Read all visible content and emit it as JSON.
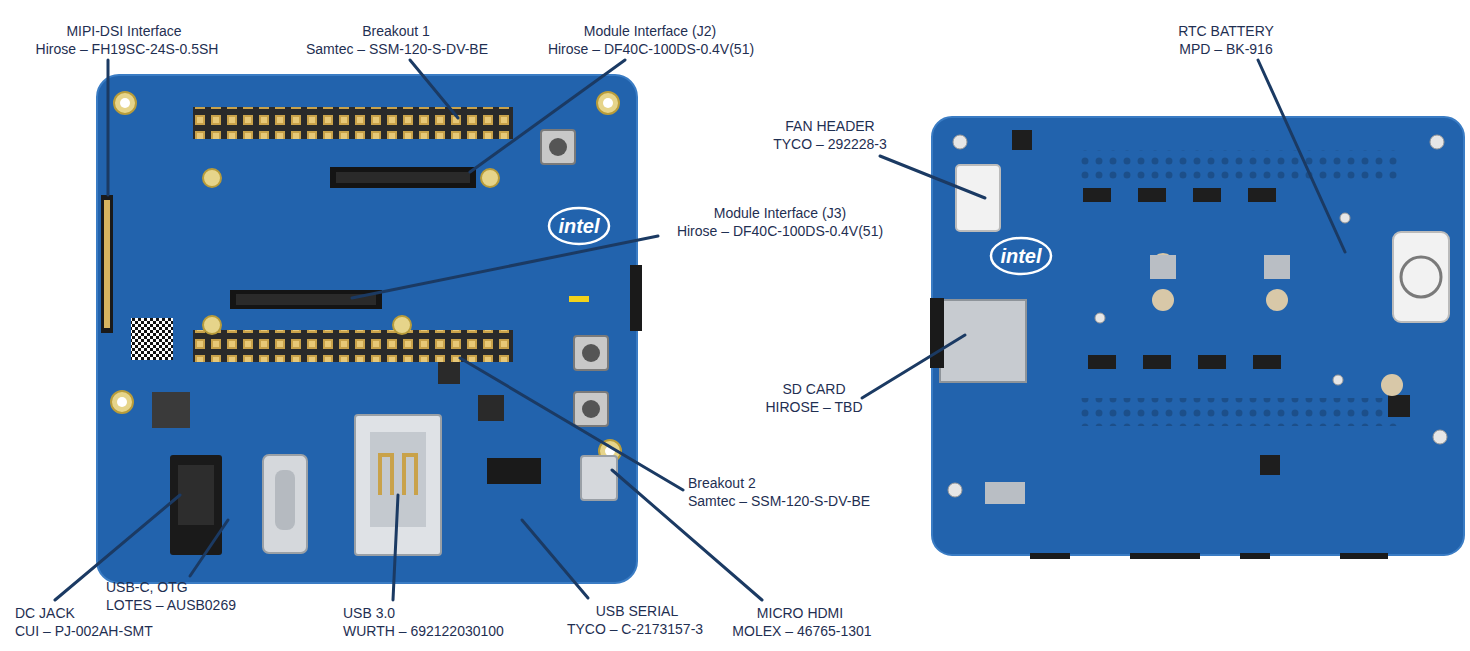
{
  "diagram": {
    "labels": [
      "MIPI-DSI Interface",
      "Hirose – FH19SC-24S-0.5SH",
      "Breakout 1",
      "Samtec – SSM-120-S-DV-BE",
      "Module Interface (J2)",
      "Hirose – DF40C-100DS-0.4V(51)",
      "RTC BATTERY",
      "MPD – BK-916",
      "FAN HEADER",
      "TYCO – 292228-3",
      "Module Interface (J3)",
      "Hirose – DF40C-100DS-0.4V(51)",
      "SD CARD",
      "HIROSE – TBD",
      "Breakout 2",
      "Samtec – SSM-120-S-DV-BE",
      "USB-C, OTG",
      "LOTES – AUSB0269",
      "DC JACK",
      "CUI – PJ-002AH-SMT",
      "USB 3.0",
      "WURTH – 692122030100",
      "USB SERIAL",
      "TYCO – C-2173157-3",
      "MICRO HDMI",
      "MOLEX – 46765-1301",
      "intel",
      "intel"
    ]
  }
}
